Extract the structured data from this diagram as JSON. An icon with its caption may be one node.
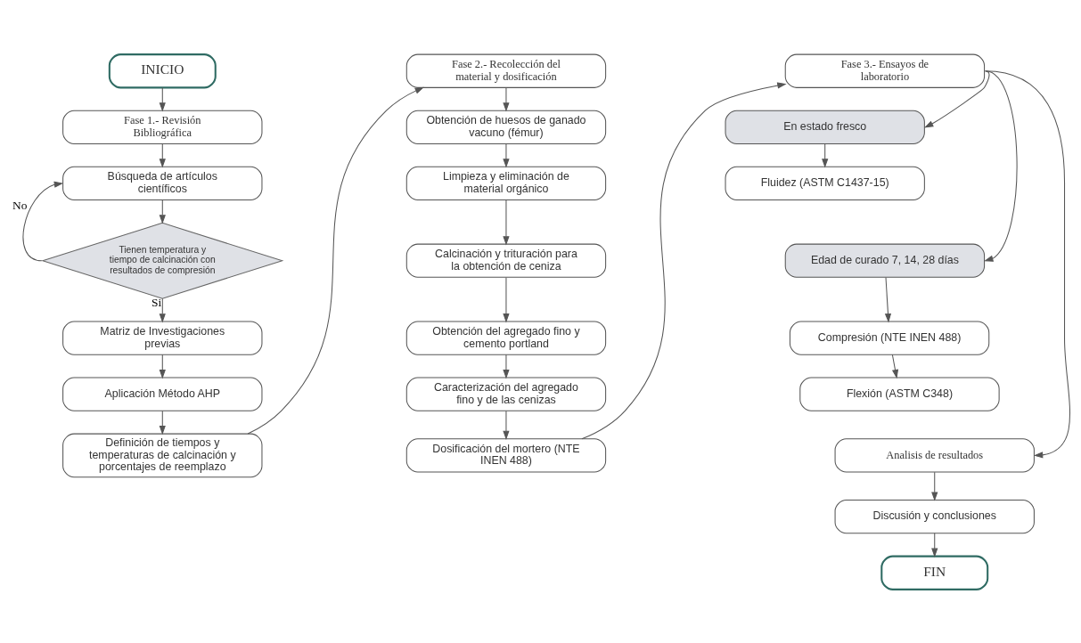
{
  "diagram": {
    "nodes": [
      {
        "text": [
          "INICIO"
        ]
      },
      {
        "text": [
          "Fase 1.- Revisión Bibliográfica"
        ]
      },
      {
        "text": [
          "Búsqueda de artículos científicos"
        ]
      },
      {
        "text": [
          "Tienen temperatura y tiempo de calcinación con resultados de compresión"
        ]
      },
      {
        "text": [
          "Matriz de Investigaciones previas"
        ]
      },
      {
        "text": [
          "Aplicación Método AHP"
        ]
      },
      {
        "text": [
          "Definición de tiempos y temperaturas de calcinación y porcentajes de reemplazo"
        ]
      },
      {
        "text": [
          "Fase 2.- Recolección del material y dosificación"
        ]
      },
      {
        "text": [
          "Obtención de huesos de ganado vacuno (fémur)"
        ]
      },
      {
        "text": [
          "Limpieza y eliminación de material orgánico"
        ]
      },
      {
        "text": [
          "Calcinación y trituración para la obtención de ceniza"
        ]
      },
      {
        "text": [
          "Obtención del agregado fino y cemento portland"
        ]
      },
      {
        "text": [
          "Caracterización del agregado fino y de las cenizas"
        ]
      },
      {
        "text": [
          "Dosificación del mortero (NTE INEN 488)"
        ]
      },
      {
        "text": [
          "Fase 3.- Ensayos de laboratorio"
        ]
      },
      {
        "text": [
          "En estado fresco"
        ]
      },
      {
        "text": [
          "Fluidez (ASTM C1437-15)"
        ]
      },
      {
        "text": [
          "Edad de curado 7, 14, 28 días"
        ]
      },
      {
        "text": [
          "Compresión (NTE INEN 488)"
        ]
      },
      {
        "text": [
          "Flexión (ASTM C348)"
        ]
      },
      {
        "text": [
          "Analisis de resultados"
        ]
      },
      {
        "text": [
          "Discusión y conclusiones"
        ]
      },
      {
        "text": [
          "FIN"
        ]
      }
    ],
    "edges": [
      {
        "from": 0,
        "to": 1,
        "arrow": "to"
      },
      {
        "from": 1,
        "to": 2,
        "arrow": "to"
      },
      {
        "from": 2,
        "to": 3,
        "arrow": "to"
      },
      {
        "from": 3,
        "to": 2,
        "arrow": "to",
        "label": "No"
      },
      {
        "from": 3,
        "to": 4,
        "arrow": "to",
        "label": "Si"
      },
      {
        "from": 4,
        "to": 5,
        "arrow": "to"
      },
      {
        "from": 5,
        "to": 6,
        "arrow": "to"
      },
      {
        "from": 6,
        "to": 7,
        "arrow": "to"
      },
      {
        "from": 7,
        "to": 8,
        "arrow": "to"
      },
      {
        "from": 8,
        "to": 9,
        "arrow": "to"
      },
      {
        "from": 9,
        "to": 10,
        "arrow": "to"
      },
      {
        "from": 10,
        "to": 11,
        "arrow": "to"
      },
      {
        "from": 11,
        "to": 12,
        "arrow": "to"
      },
      {
        "from": 12,
        "to": 13,
        "arrow": "to"
      },
      {
        "from": 13,
        "to": 14,
        "arrow": "to"
      },
      {
        "from": 14,
        "to": 15,
        "arrow": "to"
      },
      {
        "from": 15,
        "to": 16,
        "arrow": "to"
      },
      {
        "from": 14,
        "to": 17,
        "arrow": "to"
      },
      {
        "from": 17,
        "to": 18,
        "arrow": "to"
      },
      {
        "from": 18,
        "to": 19,
        "arrow": "to"
      },
      {
        "from": 14,
        "to": 20,
        "arrow": "to"
      },
      {
        "from": 20,
        "to": 21,
        "arrow": "to"
      },
      {
        "from": 21,
        "to": 22,
        "arrow": "to"
      }
    ]
  }
}
